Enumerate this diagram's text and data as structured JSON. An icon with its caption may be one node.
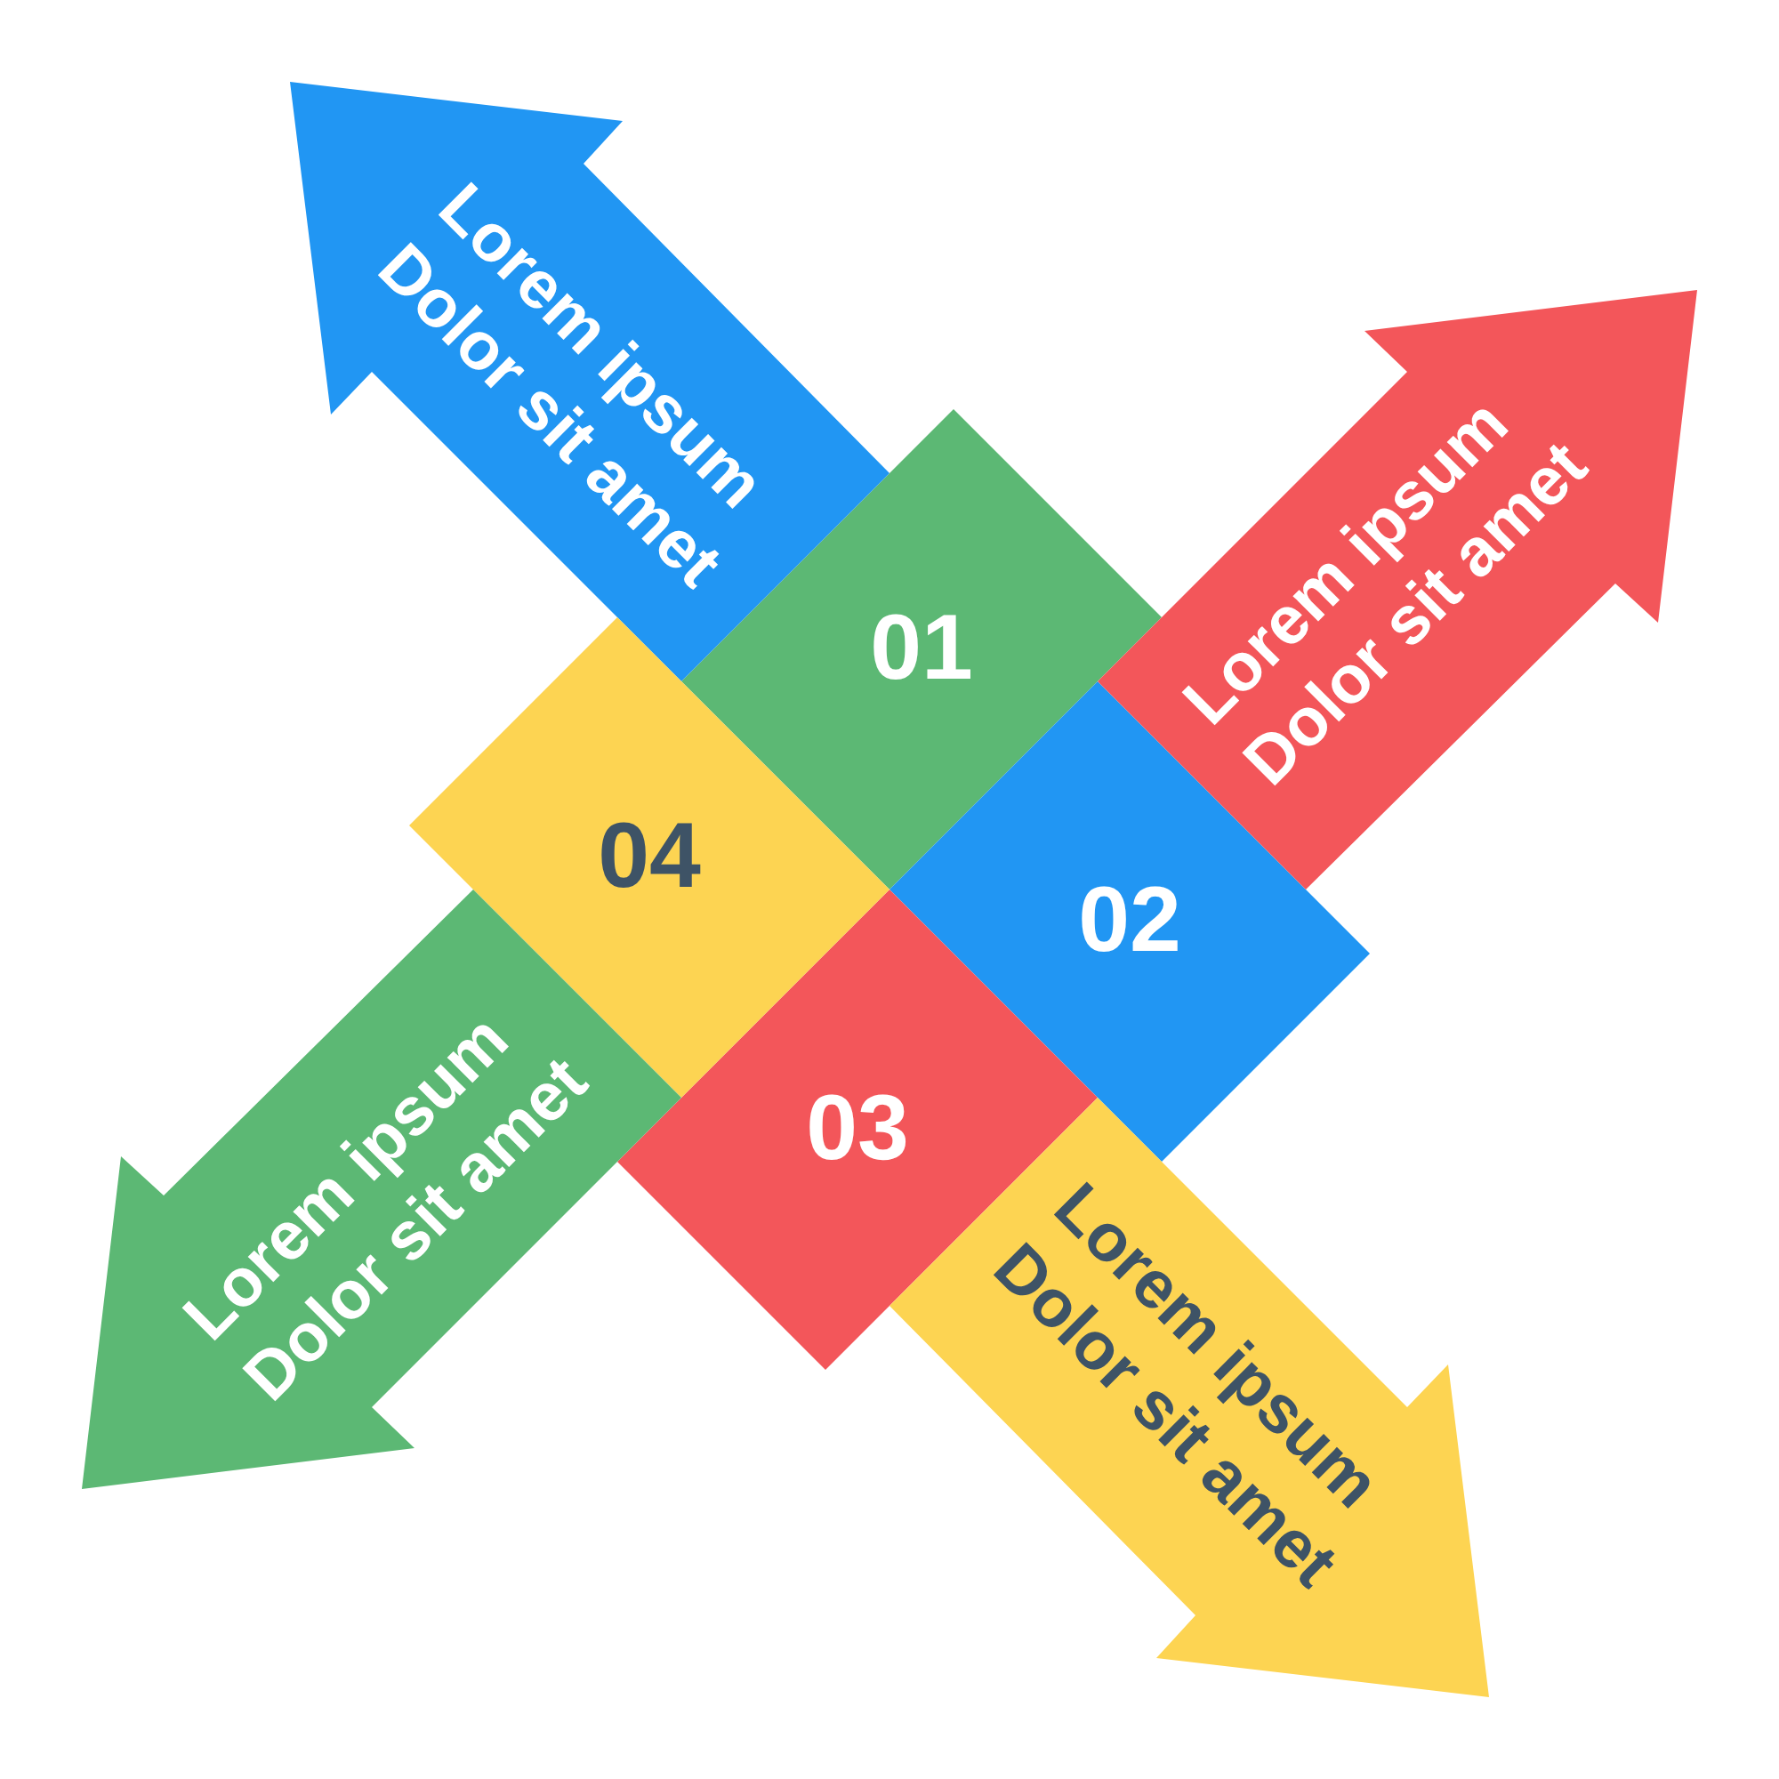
{
  "diagram": {
    "nodes": [
      {
        "text": [
          "01"
        ]
      },
      {
        "text": [
          "Lorem ipsum Dolor sit amet"
        ]
      },
      {
        "text": [
          "02"
        ]
      },
      {
        "text": [
          "Lorem ipsum Dolor sit amet"
        ]
      },
      {
        "text": [
          "03"
        ]
      },
      {
        "text": [
          "Lorem ipsum Dolor sit amet"
        ]
      },
      {
        "text": [
          "04"
        ]
      },
      {
        "text": [
          "Lorem ipsum Dolor sit amet"
        ]
      }
    ]
  }
}
